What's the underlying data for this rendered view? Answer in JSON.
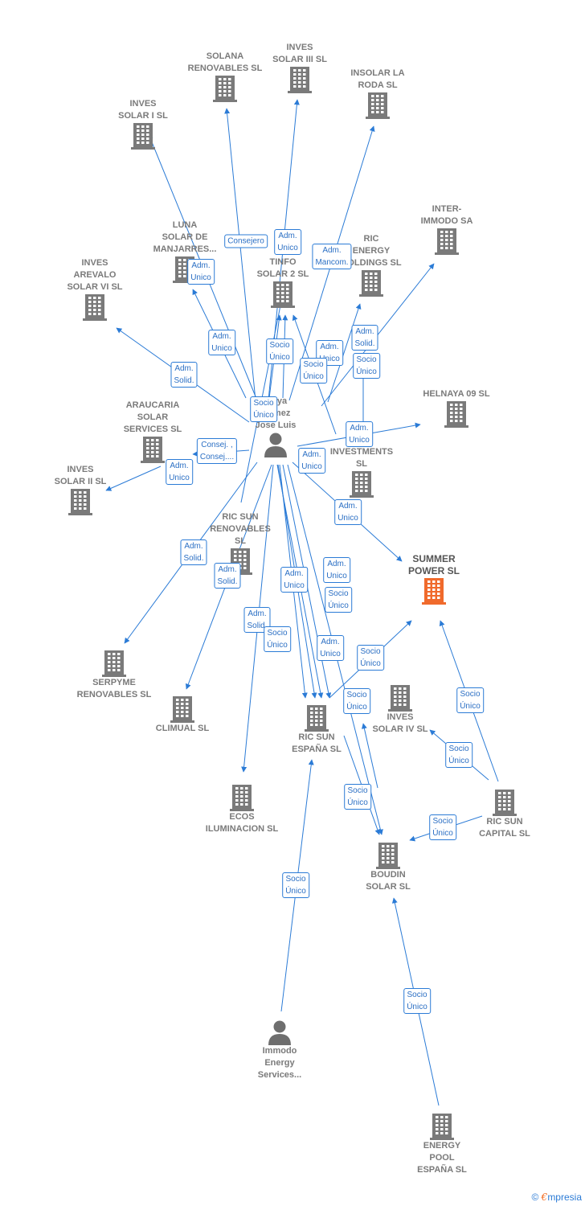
{
  "colors": {
    "edge": "#2b7bd6",
    "building": "#7a7a7a",
    "highlight": "#f06a2c",
    "person": "#6e6e6e"
  },
  "nodes": [
    {
      "id": "solana",
      "label": "SOLANA\nRENOVABLES SL",
      "icon": "building-icon"
    },
    {
      "id": "invesIII",
      "label": "INVES\nSOLAR III SL",
      "icon": "building-icon"
    },
    {
      "id": "insolar",
      "label": "INSOLAR LA\nRODA  SL",
      "icon": "building-icon"
    },
    {
      "id": "invesI",
      "label": "INVES\nSOLAR I SL",
      "icon": "building-icon"
    },
    {
      "id": "inter",
      "label": "INTER-\nIMMODO SA",
      "icon": "building-icon"
    },
    {
      "id": "luna",
      "label": "LUNA\nSOLAR DE\nMANJARRES...",
      "icon": "building-icon"
    },
    {
      "id": "tinfo",
      "label": "TINFO\nSOLAR 2 SL",
      "icon": "building-icon"
    },
    {
      "id": "ricenergy",
      "label": "RIC\nENERGY\nHOLDINGS  SL",
      "icon": "building-icon"
    },
    {
      "id": "arevalo",
      "label": "INVES\nAREVALO\nSOLAR VI SL",
      "icon": "building-icon"
    },
    {
      "id": "helnaya",
      "label": "HELNAYA 09 SL",
      "icon": "building-icon"
    },
    {
      "id": "person",
      "label": "Moya\nGomez\nJose Luis",
      "icon": "person-icon"
    },
    {
      "id": "araucaria",
      "label": "ARAUCARIA\nSOLAR\nSERVICES SL",
      "icon": "building-icon"
    },
    {
      "id": "invest",
      "label": "RIC\nINVESTMENTS\nSL",
      "icon": "building-icon"
    },
    {
      "id": "invesII",
      "label": "INVES\nSOLAR II SL",
      "icon": "building-icon"
    },
    {
      "id": "ricsunren",
      "label": "RIC SUN\nRENOVABLES\nSL",
      "icon": "building-icon"
    },
    {
      "id": "summer",
      "label": "SUMMER\nPOWER  SL",
      "icon": "building-icon"
    },
    {
      "id": "serpyme",
      "label": "SERPYME\nRENOVABLES SL",
      "icon": "building-icon"
    },
    {
      "id": "climual",
      "label": "CLIMUAL SL",
      "icon": "building-icon"
    },
    {
      "id": "ricsunesp",
      "label": "RIC SUN\nESPAÑA  SL",
      "icon": "building-icon"
    },
    {
      "id": "invesIV",
      "label": "INVES\nSOLAR IV SL",
      "icon": "building-icon"
    },
    {
      "id": "ricsuncap",
      "label": "RIC SUN\nCAPITAL  SL",
      "icon": "building-icon"
    },
    {
      "id": "ecos",
      "label": "ECOS\nILUMINACION SL",
      "icon": "building-icon"
    },
    {
      "id": "boudin",
      "label": "BOUDIN\nSOLAR SL",
      "icon": "building-icon"
    },
    {
      "id": "immodo",
      "label": "Immodo\nEnergy\nServices...",
      "icon": "person-icon"
    },
    {
      "id": "energypool",
      "label": "ENERGY\nPOOL\nESPAÑA  SL",
      "icon": "building-icon"
    }
  ],
  "edge_labels": [
    {
      "id": "e1",
      "text": "Consejero"
    },
    {
      "id": "e2",
      "text": "Adm.\nUnico"
    },
    {
      "id": "e3",
      "text": "Adm.\nMancom."
    },
    {
      "id": "e4",
      "text": "Adm.\nUnico"
    },
    {
      "id": "e5",
      "text": "Adm.\nUnico"
    },
    {
      "id": "e6",
      "text": "Socio\nÚnico"
    },
    {
      "id": "e7",
      "text": "Adm.\nUnico"
    },
    {
      "id": "e8",
      "text": "Adm.\nSolid."
    },
    {
      "id": "e9",
      "text": "Socio\nÚnico"
    },
    {
      "id": "e10",
      "text": "Adm.\nSolid."
    },
    {
      "id": "e11",
      "text": "Socio\nÚnico"
    },
    {
      "id": "e12",
      "text": "Socio\nÚnico"
    },
    {
      "id": "e13",
      "text": "Adm.\nUnico"
    },
    {
      "id": "e14",
      "text": "Consej. ,\nConsej...."
    },
    {
      "id": "e15",
      "text": "Adm.\nUnico"
    },
    {
      "id": "e16",
      "text": "Adm.\nUnico"
    },
    {
      "id": "e17",
      "text": "Adm.\nUnico"
    },
    {
      "id": "e18",
      "text": "Adm.\nSolid."
    },
    {
      "id": "e19",
      "text": "Adm.\nSolid."
    },
    {
      "id": "e20",
      "text": "Adm.\nUnico"
    },
    {
      "id": "e21",
      "text": "Adm.\nUnico"
    },
    {
      "id": "e22",
      "text": "Socio\nÚnico"
    },
    {
      "id": "e23",
      "text": "Adm.\nSolid."
    },
    {
      "id": "e24",
      "text": "Socio\nÚnico"
    },
    {
      "id": "e25",
      "text": "Adm.\nUnico"
    },
    {
      "id": "e26",
      "text": "Socio\nÚnico"
    },
    {
      "id": "e27",
      "text": "Socio\nÚnico"
    },
    {
      "id": "e28",
      "text": "Socio\nÚnico"
    },
    {
      "id": "e29",
      "text": "Socio\nÚnico"
    },
    {
      "id": "e30",
      "text": "Socio\nÚnico"
    },
    {
      "id": "e31",
      "text": "Socio\nÚnico"
    },
    {
      "id": "e32",
      "text": "Socio\nÚnico"
    },
    {
      "id": "e33",
      "text": "Socio\nÚnico"
    }
  ],
  "footer": {
    "copyright": "©",
    "brand_initial": "€",
    "brand_rest": "mpresia"
  }
}
